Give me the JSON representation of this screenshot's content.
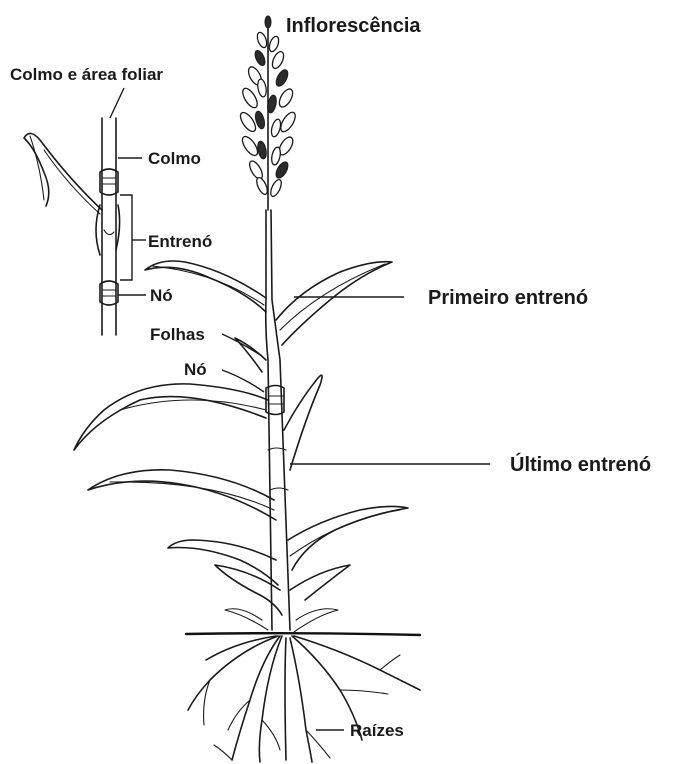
{
  "labels": {
    "inflorescence": "Inflorescência",
    "stalk_and_leaf_area": "Colmo e área foliar",
    "stalk": "Colmo",
    "internode": "Entrenó",
    "node_detail": "Nó",
    "leaves": "Folhas",
    "node": "Nó",
    "first_internode": "Primeiro entrenó",
    "last_internode": "Último entrenó",
    "roots": "Raízes"
  },
  "colors": {
    "ink": "#1a1a1a",
    "background": "#ffffff"
  }
}
